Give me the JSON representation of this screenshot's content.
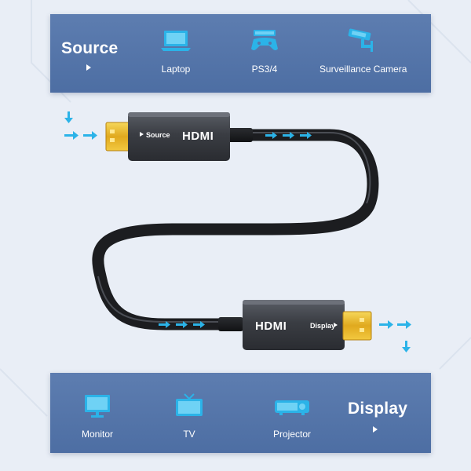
{
  "source_panel": {
    "title": "Source",
    "devices": [
      {
        "label": "Laptop",
        "icon": "laptop-icon"
      },
      {
        "label": "PS3/4",
        "icon": "gamepad-icon"
      },
      {
        "label": "Surveillance Camera",
        "icon": "surveillance-camera-icon"
      }
    ]
  },
  "display_panel": {
    "title": "Display",
    "devices": [
      {
        "label": "Monitor",
        "icon": "monitor-icon"
      },
      {
        "label": "TV",
        "icon": "tv-icon"
      },
      {
        "label": "Projector",
        "icon": "projector-icon"
      }
    ]
  },
  "cable": {
    "source_connector": {
      "tag": "Source",
      "logo": "HDMI"
    },
    "display_connector": {
      "tag": "Display",
      "logo": "HDMI"
    }
  },
  "colors": {
    "panel": "#5676ab",
    "accent_cyan": "#2bb3e8",
    "connector_gold": "#e9b72a",
    "housing": "#3f4248"
  }
}
